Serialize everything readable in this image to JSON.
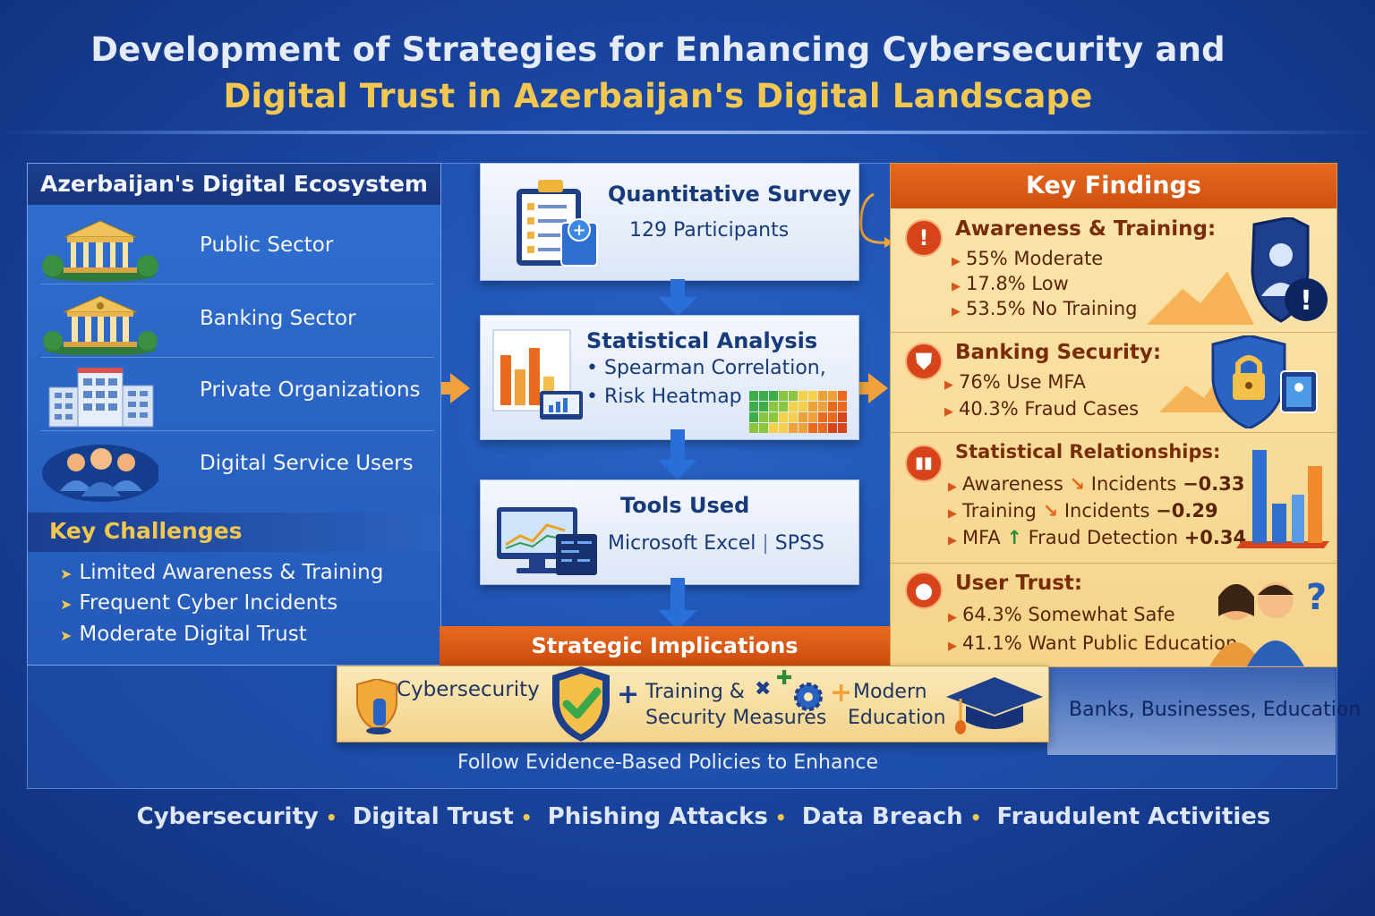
{
  "title": {
    "line1": "Development of Strategies for Enhancing Cybersecurity and",
    "line2": "Digital Trust in Azerbaijan's Digital Landscape"
  },
  "ecosystem": {
    "heading": "Azerbaijan's Digital Ecosystem",
    "sectors": [
      "Public Sector",
      "Banking Sector",
      "Private Organizations",
      "Digital Service Users"
    ]
  },
  "challenges": {
    "heading": "Key Challenges",
    "items": [
      "Limited Awareness & Training",
      "Frequent Cyber Incidents",
      "Moderate Digital Trust"
    ]
  },
  "method": {
    "survey": {
      "title": "Quantitative Survey",
      "text": "129 Participants"
    },
    "analysis": {
      "title": "Statistical Analysis",
      "items": [
        "Spearman Correlation,",
        "Risk Heatmap"
      ]
    },
    "tools": {
      "title": "Tools Used",
      "text": "Microsoft Excel",
      "text2": "SPSS"
    }
  },
  "findings": {
    "heading": "Key Findings",
    "awareness": {
      "title": "Awareness & Training:",
      "items": [
        "55% Moderate",
        "17.8% Low",
        "53.5% No Training"
      ]
    },
    "banking": {
      "title": "Banking Security:",
      "items": [
        "76% Use MFA",
        "40.3% Fraud Cases"
      ]
    },
    "stats": {
      "title": "Statistical Relationships:",
      "rows": [
        {
          "a": "Awareness",
          "b": "Incidents",
          "v": "−0.33"
        },
        {
          "a": "Training",
          "b": "Incidents",
          "v": "−0.29"
        },
        {
          "a": "MFA",
          "b": "Fraud Detection",
          "v": "+0.34"
        }
      ]
    },
    "trust": {
      "title": "User Trust:",
      "items": [
        "64.3% Somewhat Safe",
        "41.1% Want Public Education"
      ]
    }
  },
  "implications": {
    "heading": "Strategic Implications",
    "item1": "Cybersecurity",
    "item2a": "Training &",
    "item2b": "Security Measures",
    "item3a": "Modern",
    "item3b": "Education",
    "follow": "Follow Evidence-Based Policies to Enhance",
    "audience": "Banks, Businesses, Education"
  },
  "keywords": [
    "Cybersecurity",
    "Digital Trust",
    "Phishing Attacks",
    "Data Breach",
    "Fraudulent Activities"
  ],
  "colors": {
    "accent_gold": "#f2c74f",
    "accent_orange": "#e0601a",
    "navy": "#163a7a"
  }
}
